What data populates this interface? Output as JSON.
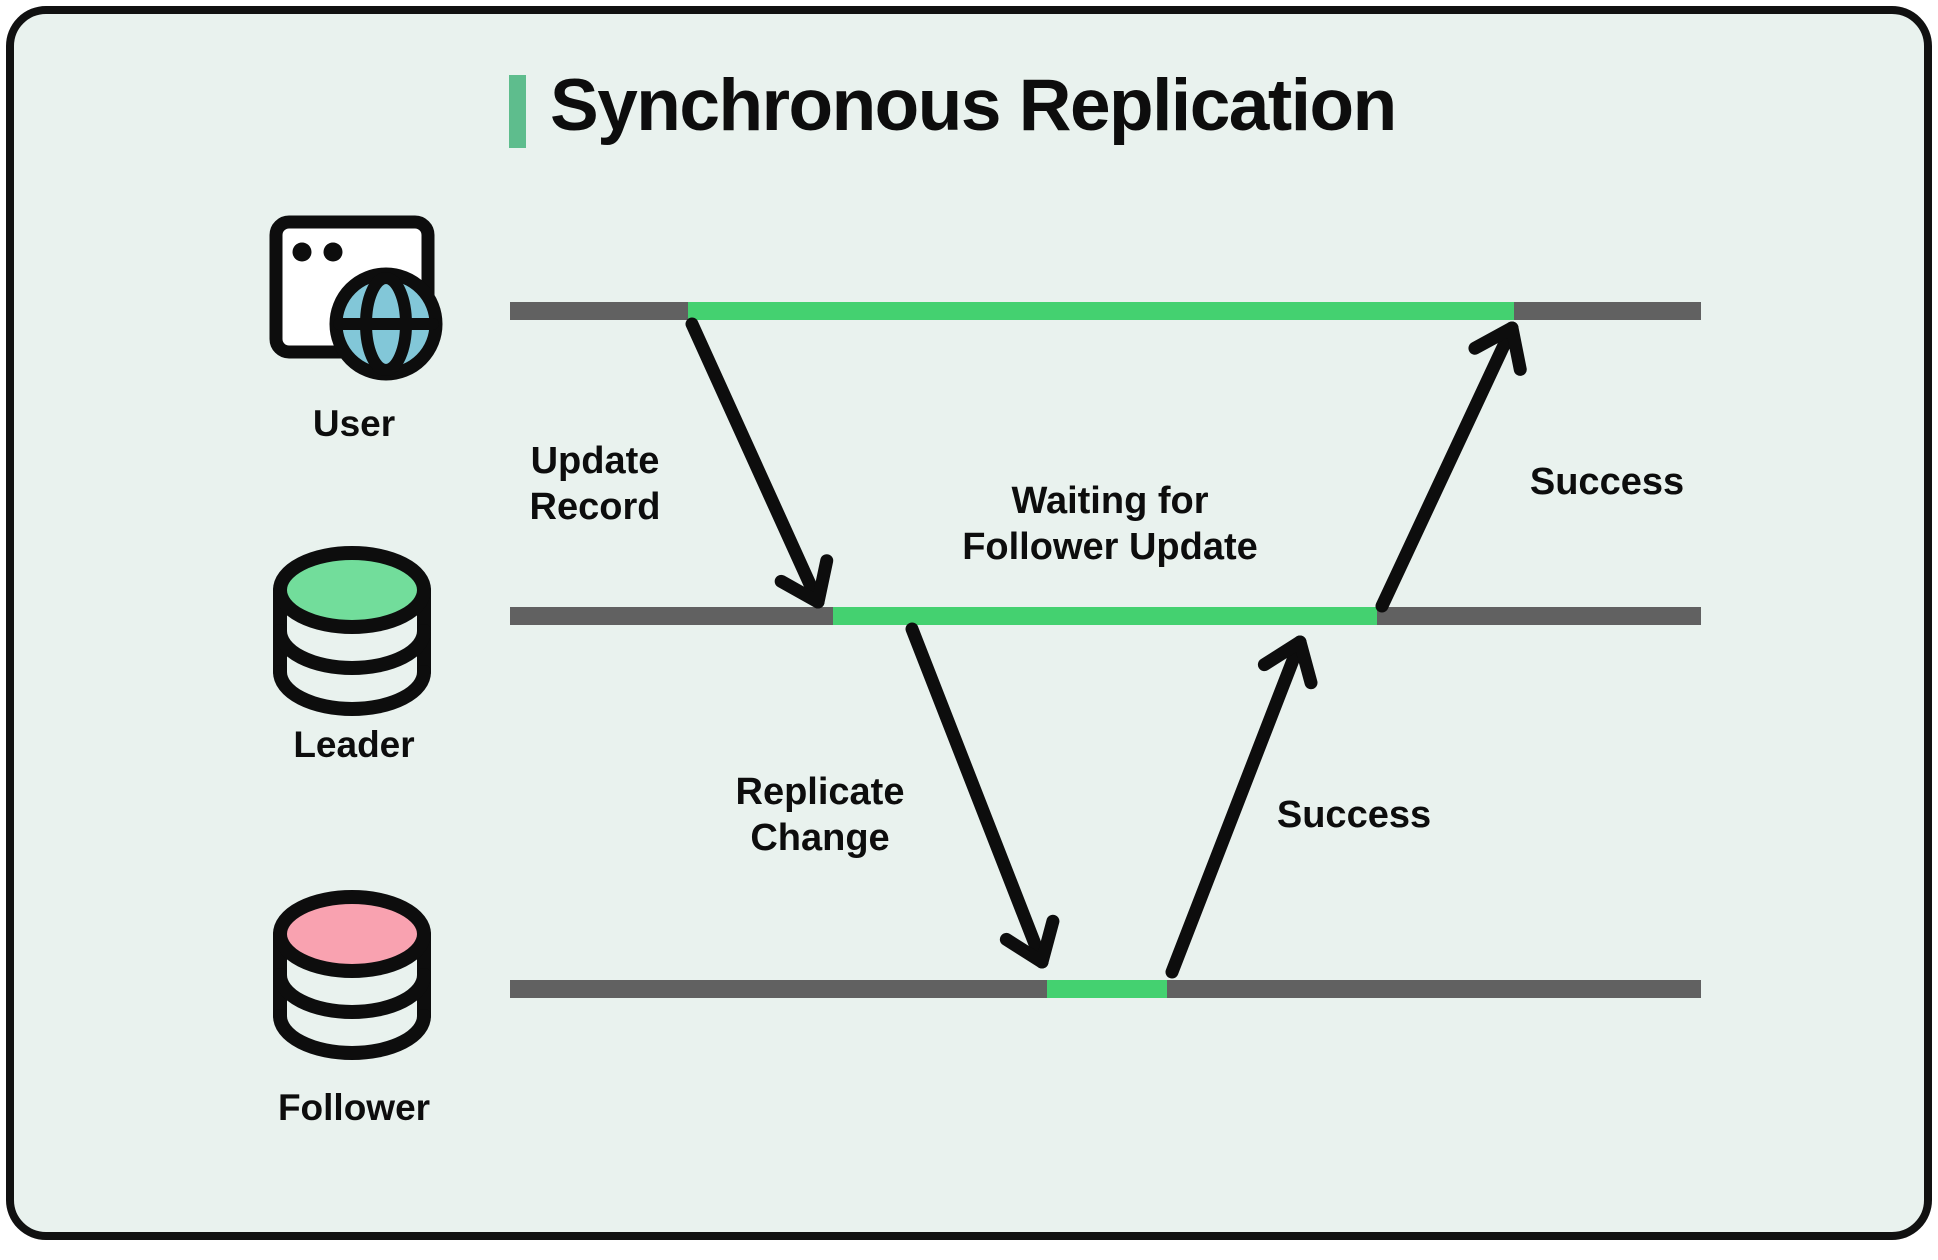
{
  "title": "Synchronous Replication",
  "colors": {
    "background": "#e9f2ee",
    "card-border": "#111111",
    "accent-green": "#5ebd8d",
    "timeline-gray": "#616161",
    "timeline-green": "#44d170",
    "db-green": "#72dd9b",
    "db-pink": "#f9a2b0",
    "globe-blue": "#82c7d8",
    "ink": "#0d0d0d"
  },
  "actors": [
    {
      "id": "user",
      "label": "User",
      "icon": "browser-globe-icon"
    },
    {
      "id": "leader",
      "label": "Leader",
      "icon": "database-icon"
    },
    {
      "id": "follower",
      "label": "Follower",
      "icon": "database-icon"
    }
  ],
  "labels": {
    "update_record": "Update\nRecord",
    "waiting_for_follower": "Waiting for\nFollower Update",
    "replicate_change": "Replicate\nChange",
    "success_to_leader": "Success",
    "success_to_user": "Success"
  }
}
